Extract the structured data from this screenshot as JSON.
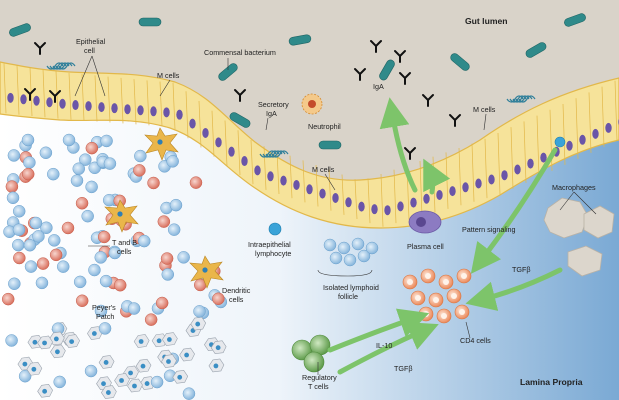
{
  "regions": {
    "gut_lumen": "Gut lumen",
    "lamina_propria": "Lamina Propria"
  },
  "labels": {
    "epithelial_cell": [
      "Epithelial",
      "cell"
    ],
    "commensal_bacterium": "Commensal bacterium",
    "m_cells_top": "M cells",
    "secretory_iga": [
      "Secretory",
      "IgA"
    ],
    "neutrophil": "Neutrophil",
    "iga": "IgA",
    "m_cells_right": "M cells",
    "m_cells_mid": "M cells",
    "t_and_b_cells": [
      "T and B",
      "cells"
    ],
    "intraepithelial_lymphocyte": [
      "Intraepithelial",
      "lymphocyte"
    ],
    "plasma_cell": "Plasma cell",
    "pattern_signaling": "Pattern signaling",
    "macrophages": "Macrophages",
    "tgfb_right": "TGFβ",
    "isolated_lymphoid_follicle": [
      "Isolated lymphoid",
      "follicle"
    ],
    "dendritic_cells": [
      "Dendritic",
      "cells"
    ],
    "peyers_patch": [
      "Peyer's",
      "Patch"
    ],
    "cd4_cells": "CD4 cells",
    "il10": "IL-10",
    "tgfb_bottom": "TGFβ",
    "regulatory_t_cells": [
      "Regulatory",
      "T cells"
    ]
  },
  "colors": {
    "lumen": "#d8d2c8",
    "epithelium": "#f7e59a",
    "epithelium_edge": "#e0b94a",
    "nucleus": "#6a55a8",
    "bacterium": "#2f8a8a",
    "lamina_right": "#8fb8dc",
    "t_cell": "#a9cbe8",
    "b_cell": "#e58c7c",
    "cd4_cell": "#f2a27a",
    "treg": "#7fb56a",
    "arrow": "#7dc46a",
    "macrophage": "#d9d4cb",
    "dendritic": "#e8b94a"
  },
  "icons": [
    "bacterium-icon",
    "antibody-icon",
    "neutrophil-icon",
    "epithelial-cell-icon",
    "lymphocyte-icon",
    "dendritic-cell-icon",
    "macrophage-icon",
    "plasma-cell-icon",
    "arrow-icon"
  ]
}
